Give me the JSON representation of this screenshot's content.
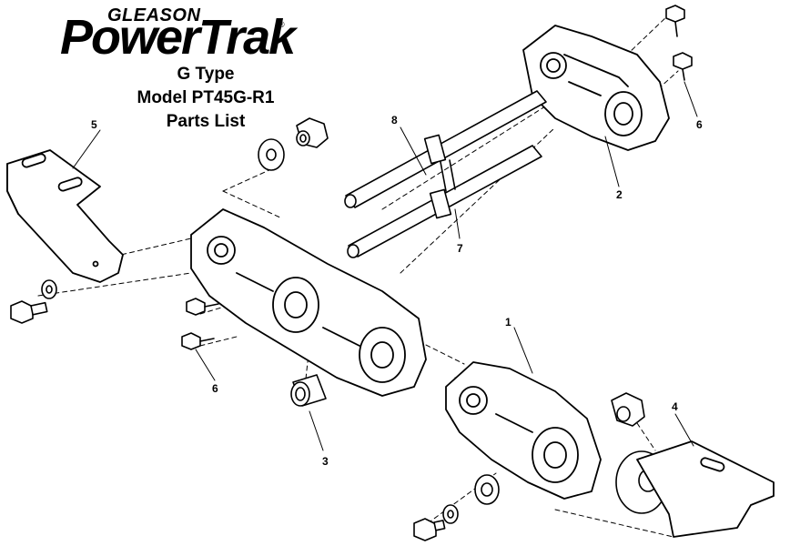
{
  "brand": {
    "company": "GLEASON",
    "product": "PowerTrak",
    "registered": "®"
  },
  "title": {
    "line1": "G Type",
    "line2": "Model PT45G-R1",
    "line3": "Parts List"
  },
  "callouts": [
    {
      "id": "1",
      "label": "1"
    },
    {
      "id": "2",
      "label": "2"
    },
    {
      "id": "3",
      "label": "3"
    },
    {
      "id": "4",
      "label": "4"
    },
    {
      "id": "5",
      "label": "5"
    },
    {
      "id": "6a",
      "label": "6"
    },
    {
      "id": "6b",
      "label": "6"
    },
    {
      "id": "7",
      "label": "7"
    },
    {
      "id": "8",
      "label": "8"
    }
  ]
}
